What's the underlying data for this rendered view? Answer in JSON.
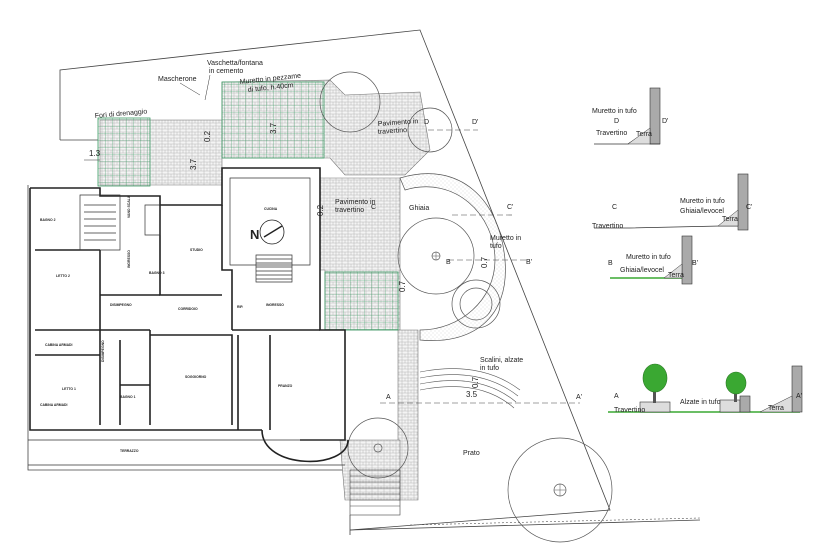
{
  "annotations": {
    "mascherone": "Mascherone",
    "vaschetta": "Vaschetta/fontana",
    "vaschetta2": "in cemento",
    "muretto_pezzame": "Muretto in pezzame",
    "muretto_pezzame2": "di tufo, h.40cm",
    "fori_drenaggio": "Fori di drenaggio",
    "pavimento_travertino_top": "Pavimento in",
    "pavimento_travertino_top2": "travertino",
    "pavimento_travertino_mid": "Pavimento in",
    "pavimento_travertino_mid2": "travertino",
    "ghiaia": "Ghiaia",
    "muretto_tufo": "Muretto in",
    "muretto_tufo2": "tufo",
    "scalini": "Scalini, alzate",
    "scalini2": "in tufo",
    "prato": "Prato"
  },
  "dimensions": {
    "d1": "1.3",
    "d2": "3.7",
    "d3": "3.7",
    "d4": "0.2",
    "d5": "0.2",
    "d6": "0.7",
    "d7": "0.7",
    "d8": "0.7",
    "d9": "3.5"
  },
  "section_markers": {
    "a": "A",
    "a_prime": "A'",
    "b": "B",
    "b_prime": "B'",
    "c": "C",
    "c_prime": "C'",
    "d": "D",
    "d_prime": "D'"
  },
  "rooms": {
    "bagno2": "BAGNO 2",
    "letto2": "LETTO 2",
    "disimpegno1": "DISIMPEGNO",
    "cabina1": "CABINA ARMADI",
    "letto1": "LETTO 1",
    "cabina2": "CABINA ARMADI",
    "bagno1": "BAGNO 1",
    "disimpegno2": "DISIMPEGNO",
    "ingresso": "INGRESSO",
    "bagno3": "BAGNO 3",
    "studio": "STUDIO",
    "corridoio": "CORRIDOIO",
    "rip": "RIP.",
    "cucina": "CUCINA",
    "soggiorno": "SOGGIORNO",
    "pranzo": "PRANZO",
    "ingresso2": "INGRESSO",
    "terrazzo": "TERRAZZO",
    "vano_scala": "VANO SCALA"
  },
  "sections": {
    "d": {
      "left": "D",
      "right": "D'",
      "label1": "Muretto in tufo",
      "label2": "Travertino",
      "label3": "Terra"
    },
    "c": {
      "left": "C",
      "right": "C'",
      "label1": "Muretto in tufo",
      "label2": "Ghiaia/levocel",
      "label3": "Travertino",
      "label4": "Terra"
    },
    "b": {
      "left": "B",
      "right": "B'",
      "label1": "Muretto in tufo",
      "label2": "Ghiaia/levocel",
      "label3": "Terra"
    },
    "a": {
      "left": "A",
      "right": "A'",
      "label1": "Alzate in tufo",
      "label2": "Travertino",
      "label3": "Terra"
    }
  },
  "compass": {
    "north": "N"
  },
  "colors": {
    "line": "#333333",
    "grid_green": "#3c9a64",
    "paving": "#b8b8b8",
    "tree": "#3aa832",
    "soil": "#d8d8d8"
  }
}
